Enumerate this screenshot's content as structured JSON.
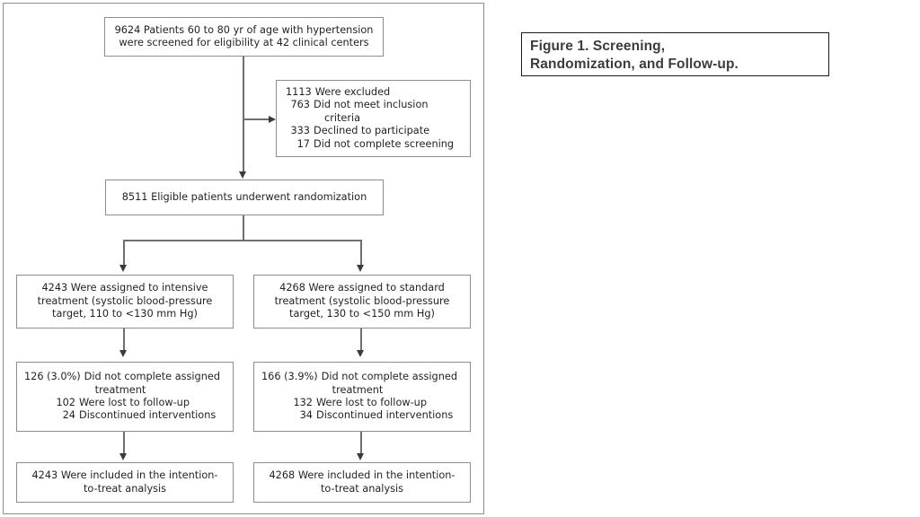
{
  "caption": {
    "line1": "Figure 1. Screening,",
    "line2": "Randomization, and Follow-up."
  },
  "flow": {
    "screened": {
      "line1": "9624 Patients 60 to 80 yr of age with hypertension",
      "line2": "were screened for eligibility at 42 clinical centers"
    },
    "excluded": {
      "heading_num": "1113",
      "heading_text": "Were excluded",
      "items": [
        {
          "num": "763",
          "text": "Did not meet inclusion",
          "cont": "criteria"
        },
        {
          "num": "333",
          "text": "Declined to participate",
          "cont": ""
        },
        {
          "num": "17",
          "text": "Did not complete screening",
          "cont": ""
        }
      ]
    },
    "randomized": {
      "line1": "8511 Eligible patients underwent randomization"
    },
    "intensive_assigned": {
      "line1": "4243 Were assigned to intensive",
      "line2": "treatment (systolic blood-pressure",
      "line3": "target, 110 to <130 mm Hg)"
    },
    "standard_assigned": {
      "line1": "4268 Were assigned to standard",
      "line2": "treatment (systolic blood-pressure",
      "line3": "target, 130 to <150 mm Hg)"
    },
    "intensive_incomplete": {
      "heading_num": "126 (3.0%)",
      "heading_text": "Did not complete assigned",
      "heading_cont": "treatment",
      "items": [
        {
          "num": "102",
          "text": "Were lost to follow-up"
        },
        {
          "num": "24",
          "text": "Discontinued interventions"
        }
      ]
    },
    "standard_incomplete": {
      "heading_num": "166 (3.9%)",
      "heading_text": "Did not complete assigned",
      "heading_cont": "treatment",
      "items": [
        {
          "num": "132",
          "text": "Were lost to follow-up"
        },
        {
          "num": "34",
          "text": "Discontinued interventions"
        }
      ]
    },
    "intensive_itt": {
      "line1": "4243 Were included in the intention-",
      "line2": "to-treat analysis"
    },
    "standard_itt": {
      "line1": "4268 Were included in the intention-",
      "line2": "to-treat analysis"
    }
  },
  "colors": {
    "box_border": "#8d8d8d",
    "connector": "#6f6f6f",
    "arrow": "#3a3a3a",
    "text": "#231f20",
    "caption_text": "#3c3c3c",
    "caption_border": "#1b1b1b"
  }
}
